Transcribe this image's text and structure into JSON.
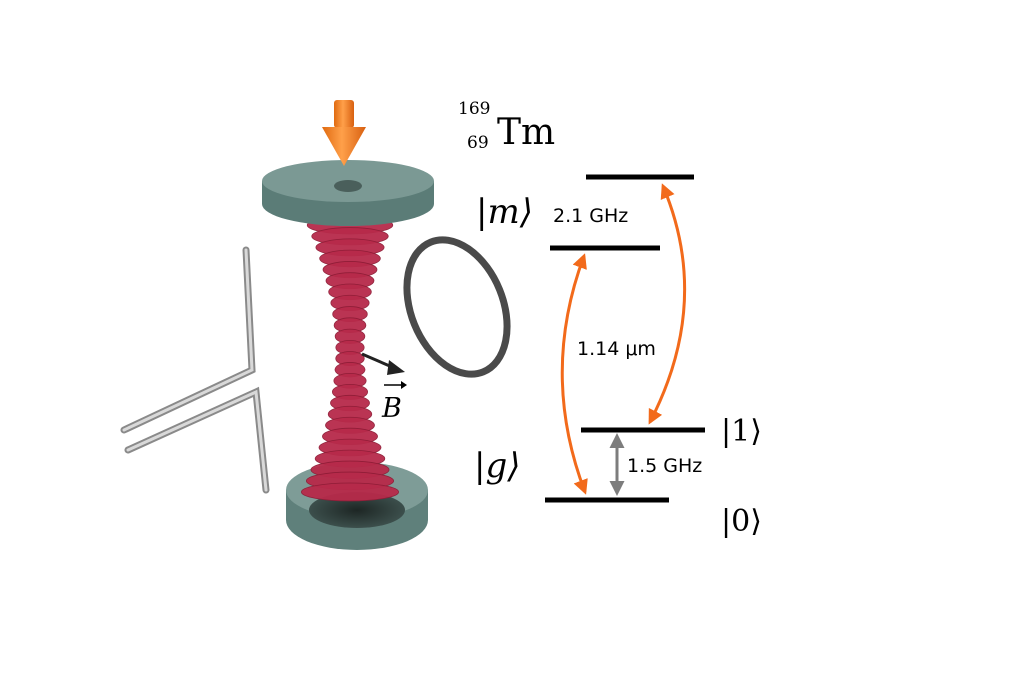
{
  "element": {
    "mass_number": "169",
    "atomic_number": "69",
    "symbol": "Tm"
  },
  "levels": {
    "m": "|m⟩",
    "g": "|g⟩",
    "one": "|1⟩",
    "zero": "|0⟩"
  },
  "transitions": {
    "upper_splitting": "2.1 GHz",
    "optical": "1.14 μm",
    "lower_splitting": "1.5 GHz"
  },
  "field": {
    "label": "B"
  },
  "colors": {
    "cavity_mirror": "#5e7f7a",
    "mirror_top_face": "#7a9893",
    "standing_wave": "#b72a4a",
    "pump_arrow": "#f07a1e",
    "transition_arrow": "#f26a1b",
    "rf_arrow": "#808080",
    "level_line": "#000000",
    "loop": "#4a4a4a",
    "rod": "#9e9e9e"
  },
  "icons": [
    "pump-arrow-icon",
    "rf-loop-icon",
    "b-field-arrow-icon"
  ]
}
